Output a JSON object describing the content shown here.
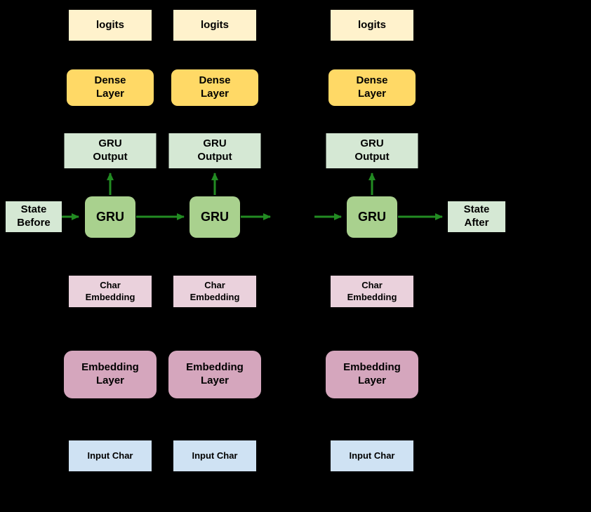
{
  "background": "#000000",
  "columns": [
    {
      "logits": "logits",
      "dense": "Dense\nLayer",
      "gru_output": "GRU\nOutput",
      "gru": "GRU",
      "char_embedding": "Char\nEmbedding",
      "embedding_layer": "Embedding\nLayer",
      "input_char": "Input Char"
    },
    {
      "logits": "logits",
      "dense": "Dense\nLayer",
      "gru_output": "GRU\nOutput",
      "gru": "GRU",
      "char_embedding": "Char\nEmbedding",
      "embedding_layer": "Embedding\nLayer",
      "input_char": "Input Char"
    },
    {
      "logits": "logits",
      "dense": "Dense\nLayer",
      "gru_output": "GRU\nOutput",
      "gru": "GRU",
      "char_embedding": "Char\nEmbedding",
      "embedding_layer": "Embedding\nLayer",
      "input_char": "Input Char"
    }
  ],
  "state_before": "State\nBefore",
  "state_after": "State\nAfter",
  "colors": {
    "background": "#000000",
    "logits": "#FFF2CC",
    "dense": "#FFD966",
    "gru_output": "#D5E8D4",
    "gru": "#A9D18E",
    "char_embedding": "#EAD1DC",
    "embedding_layer": "#D5A6BD",
    "input_char": "#CFE2F3",
    "state": "#D5E8D4",
    "arrow": "#228B22"
  }
}
